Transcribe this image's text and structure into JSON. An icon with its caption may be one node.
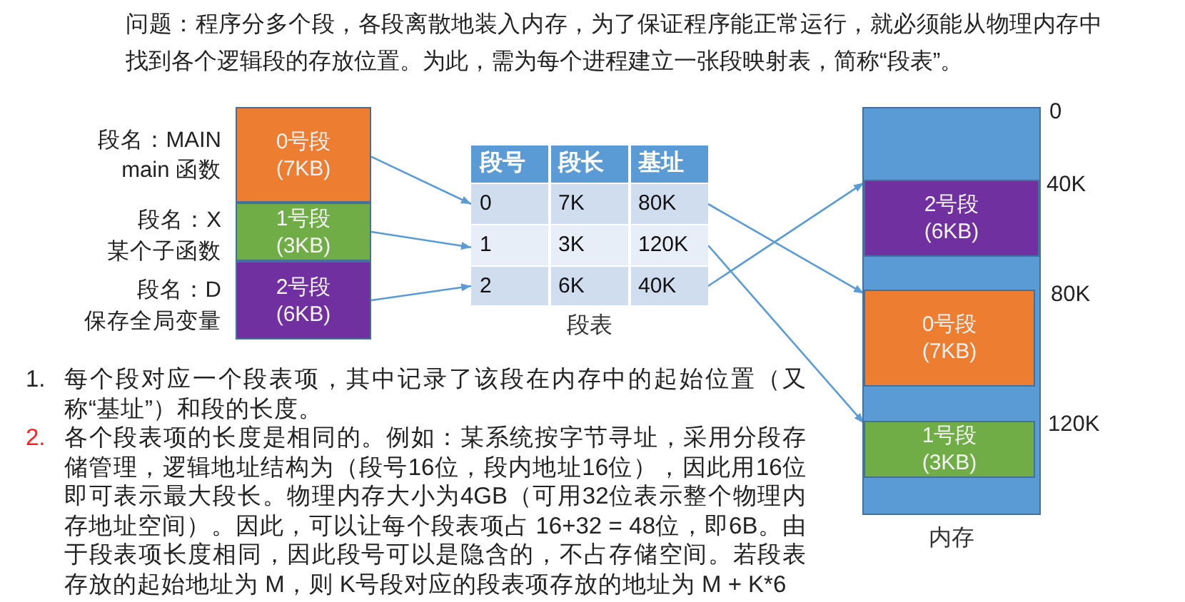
{
  "diagram": {
    "nodes": [
      {
        "text": [
          "0号段",
          "(7KB)"
        ],
        "beside": [
          "段名：MAIN",
          "main 函数"
        ]
      },
      {
        "text": [
          "1号段",
          "(3KB)"
        ],
        "beside": [
          "段名：X",
          "某个子函数"
        ]
      },
      {
        "text": [
          "2号段",
          "(6KB)"
        ],
        "beside": [
          "段名：D",
          "保存全局变量"
        ]
      },
      {
        "text": [
          "段表"
        ]
      },
      {
        "text": [
          "段号",
          "段长",
          "基址"
        ],
        "in": 3
      },
      {
        "text": [
          "0",
          "7K",
          "80K"
        ],
        "in": 3
      },
      {
        "text": [
          "1",
          "3K",
          "120K"
        ],
        "in": 3
      },
      {
        "text": [
          "2",
          "6K",
          "40K"
        ],
        "in": 3
      },
      {
        "text": [
          "内存"
        ],
        "beside": [
          "0",
          "40K",
          "80K",
          "120K"
        ]
      },
      {
        "text": [
          "2号段",
          "(6KB)"
        ],
        "in": 8
      },
      {
        "text": [
          "0号段",
          "(7KB)"
        ],
        "in": 8
      },
      {
        "text": [
          "1号段",
          "(3KB)"
        ],
        "in": 8
      }
    ],
    "edges": [
      {
        "from": 0,
        "to": 5,
        "arrow": "to"
      },
      {
        "from": 1,
        "to": 6,
        "arrow": "to"
      },
      {
        "from": 2,
        "to": 7,
        "arrow": "to"
      },
      {
        "from": 5,
        "to": 10,
        "arrow": "to"
      },
      {
        "from": 6,
        "to": 11,
        "arrow": "to"
      },
      {
        "from": 7,
        "to": 9,
        "arrow": "to"
      }
    ],
    "labels": [
      "问题：程序分多个段，各段离散地装入内存，为了保证程序能正常运行，就必须能从物理内存中找到各个逻辑段的存放位置。为此，需为每个进程建立一张段映射表，简称“段表”。",
      "1.",
      "每个段对应一个段表项，其中记录了该段在内存中的起始位置（又称“基址”）和段的长度。",
      "2.",
      "各个段表项的长度是相同的。例如：某系统按字节寻址，采用分段存储管理，逻辑地址结构为（段号16位，段内地址16位），因此用16位即可表示最大段长。物理内存大小为4GB（可用32位表示整个物理内存地址空间）。因此，可以让每个段表项占 16+32 = 48位，即6B。由于段表项长度相同，因此段号可以是隐含的，不占存储空间。若段表存放的起始地址为 M，则 K号段对应的段表项存放的地址为 M + K*6"
    ]
  }
}
